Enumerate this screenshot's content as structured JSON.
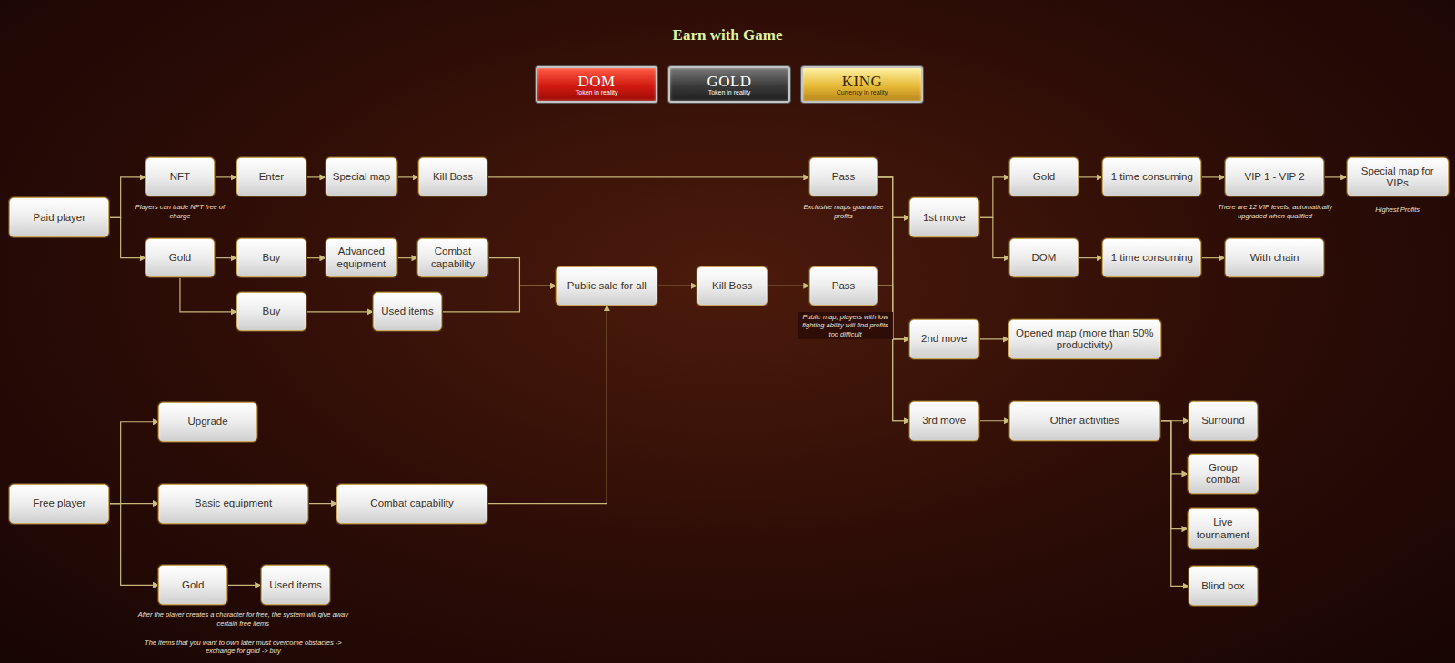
{
  "diagram": {
    "title": "Earn with Game",
    "nodes": [
      {
        "text": [
          "DOM",
          "Token in reality"
        ]
      },
      {
        "text": [
          "GOLD",
          "Token in reality"
        ]
      },
      {
        "text": [
          "KING",
          "Currency in reality"
        ]
      },
      {
        "text": [
          "Paid player"
        ]
      },
      {
        "text": [
          "NFT"
        ]
      },
      {
        "text": [
          "Enter"
        ]
      },
      {
        "text": [
          "Special map"
        ]
      },
      {
        "text": [
          "Kill Boss"
        ]
      },
      {
        "text": [
          "Gold"
        ]
      },
      {
        "text": [
          "Buy"
        ]
      },
      {
        "text": [
          "Advanced equipment"
        ]
      },
      {
        "text": [
          "Combat capability"
        ]
      },
      {
        "text": [
          "Buy"
        ]
      },
      {
        "text": [
          "Used items"
        ]
      },
      {
        "text": [
          "Public sale for all"
        ]
      },
      {
        "text": [
          "Kill Boss"
        ]
      },
      {
        "text": [
          "Pass"
        ]
      },
      {
        "text": [
          "Pass"
        ]
      },
      {
        "text": [
          "1st move"
        ]
      },
      {
        "text": [
          "2nd move"
        ]
      },
      {
        "text": [
          "3rd move"
        ]
      },
      {
        "text": [
          "Gold"
        ]
      },
      {
        "text": [
          "1 time consuming"
        ]
      },
      {
        "text": [
          "VIP 1 - VIP 2"
        ]
      },
      {
        "text": [
          "Special map for VIPs"
        ]
      },
      {
        "text": [
          "DOM"
        ]
      },
      {
        "text": [
          "1 time consuming"
        ]
      },
      {
        "text": [
          "With chain"
        ]
      },
      {
        "text": [
          "Opened map (more than 50% productivity)"
        ]
      },
      {
        "text": [
          "Other activities"
        ]
      },
      {
        "text": [
          "Surround"
        ]
      },
      {
        "text": [
          "Group combat"
        ]
      },
      {
        "text": [
          "Live tournament"
        ]
      },
      {
        "text": [
          "Blind box"
        ]
      },
      {
        "text": [
          "Upgrade"
        ]
      },
      {
        "text": [
          "Free player"
        ]
      },
      {
        "text": [
          "Basic equipment"
        ]
      },
      {
        "text": [
          "Combat capability"
        ]
      },
      {
        "text": [
          "Gold"
        ]
      },
      {
        "text": [
          "Used items"
        ]
      }
    ],
    "edges": [
      {
        "from": 3,
        "to": 4,
        "arrow": "to"
      },
      {
        "from": 3,
        "to": 8,
        "arrow": "to"
      },
      {
        "from": 4,
        "to": 5,
        "arrow": "to"
      },
      {
        "from": 5,
        "to": 6,
        "arrow": "to"
      },
      {
        "from": 6,
        "to": 7,
        "arrow": "to"
      },
      {
        "from": 7,
        "to": 16,
        "arrow": "to"
      },
      {
        "from": 8,
        "to": 9,
        "arrow": "to"
      },
      {
        "from": 9,
        "to": 10,
        "arrow": "to"
      },
      {
        "from": 10,
        "to": 11,
        "arrow": "to"
      },
      {
        "from": 11,
        "to": 14,
        "arrow": "to"
      },
      {
        "from": 8,
        "to": 12,
        "arrow": "to"
      },
      {
        "from": 12,
        "to": 13,
        "arrow": "to"
      },
      {
        "from": 13,
        "to": 14,
        "arrow": "to"
      },
      {
        "from": 14,
        "to": 15,
        "arrow": "to"
      },
      {
        "from": 15,
        "to": 17,
        "arrow": "to"
      },
      {
        "from": 16,
        "to": 18,
        "arrow": "to"
      },
      {
        "from": 16,
        "to": 19,
        "arrow": "to"
      },
      {
        "from": 16,
        "to": 20,
        "arrow": "to"
      },
      {
        "from": 17,
        "to": 18,
        "arrow": "to"
      },
      {
        "from": 17,
        "to": 19,
        "arrow": "to"
      },
      {
        "from": 17,
        "to": 20,
        "arrow": "to"
      },
      {
        "from": 18,
        "to": 21,
        "arrow": "to"
      },
      {
        "from": 21,
        "to": 22,
        "arrow": "to"
      },
      {
        "from": 22,
        "to": 23,
        "arrow": "to"
      },
      {
        "from": 23,
        "to": 24,
        "arrow": "to"
      },
      {
        "from": 18,
        "to": 25,
        "arrow": "to"
      },
      {
        "from": 25,
        "to": 26,
        "arrow": "to"
      },
      {
        "from": 26,
        "to": 27,
        "arrow": "to"
      },
      {
        "from": 19,
        "to": 28,
        "arrow": "to"
      },
      {
        "from": 20,
        "to": 29,
        "arrow": "to"
      },
      {
        "from": 29,
        "to": 30,
        "arrow": "to"
      },
      {
        "from": 29,
        "to": 31,
        "arrow": "to"
      },
      {
        "from": 29,
        "to": 32,
        "arrow": "to"
      },
      {
        "from": 29,
        "to": 33,
        "arrow": "to"
      },
      {
        "from": 35,
        "to": 34,
        "arrow": "to"
      },
      {
        "from": 35,
        "to": 36,
        "arrow": "to"
      },
      {
        "from": 36,
        "to": 37,
        "arrow": "to"
      },
      {
        "from": 37,
        "to": 14,
        "arrow": "to"
      },
      {
        "from": 35,
        "to": 38,
        "arrow": "to"
      },
      {
        "from": 38,
        "to": 39,
        "arrow": "to"
      }
    ],
    "labels": [
      "Players can trade NFT free of charge",
      "Exclusive maps guarantee profits",
      "There are 12 VIP levels, automatically upgraded when qualified",
      "Highest Profits",
      "Public map, players with low fighting ability will find profits too difficult",
      "After the player creates a character for free, the system will give away certain free items",
      "The items that you want to own later must overcome obstacles -> exchange for gold -> buy"
    ]
  }
}
